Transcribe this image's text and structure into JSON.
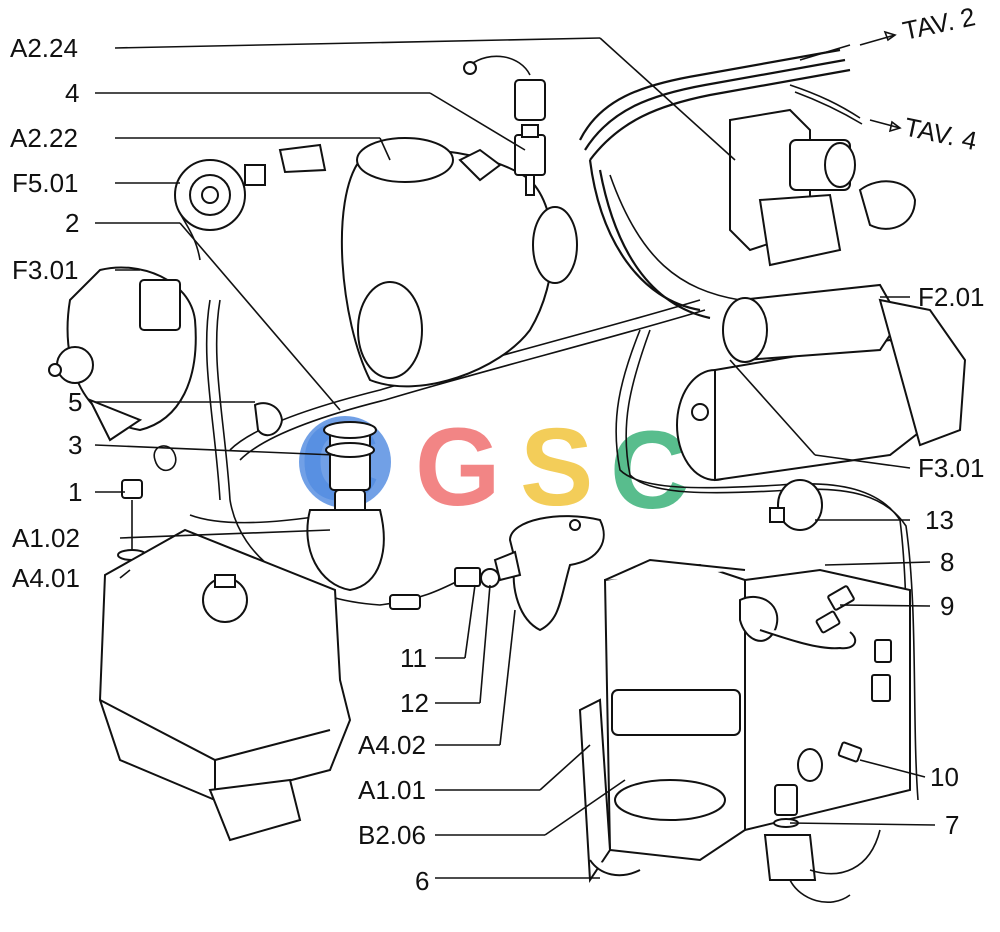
{
  "labels": {
    "a2_24": "A2.24",
    "n4": "4",
    "a2_22": "A2.22",
    "f5_01": "F5.01",
    "n2": "2",
    "f3_01_left": "F3.01",
    "n5": "5",
    "n3": "3",
    "n1": "1",
    "a1_02": "A1.02",
    "a4_01": "A4.01",
    "n11": "11",
    "n12": "12",
    "a4_02": "A4.02",
    "a1_01": "A1.01",
    "b2_06": "B2.06",
    "n6": "6",
    "tav2": "TAV. 2",
    "tav4": "TAV. 4",
    "f2_01": "F2.01",
    "f3_01_right": "F3.01",
    "n13": "13",
    "n8": "8",
    "n9": "9",
    "n10": "10",
    "n7": "7"
  },
  "watermark": {
    "letters": [
      "C",
      "G",
      "S",
      "C"
    ],
    "colors": [
      "#3b7ddd",
      "#f07070",
      "#f2c53d",
      "#3bb27a"
    ]
  }
}
